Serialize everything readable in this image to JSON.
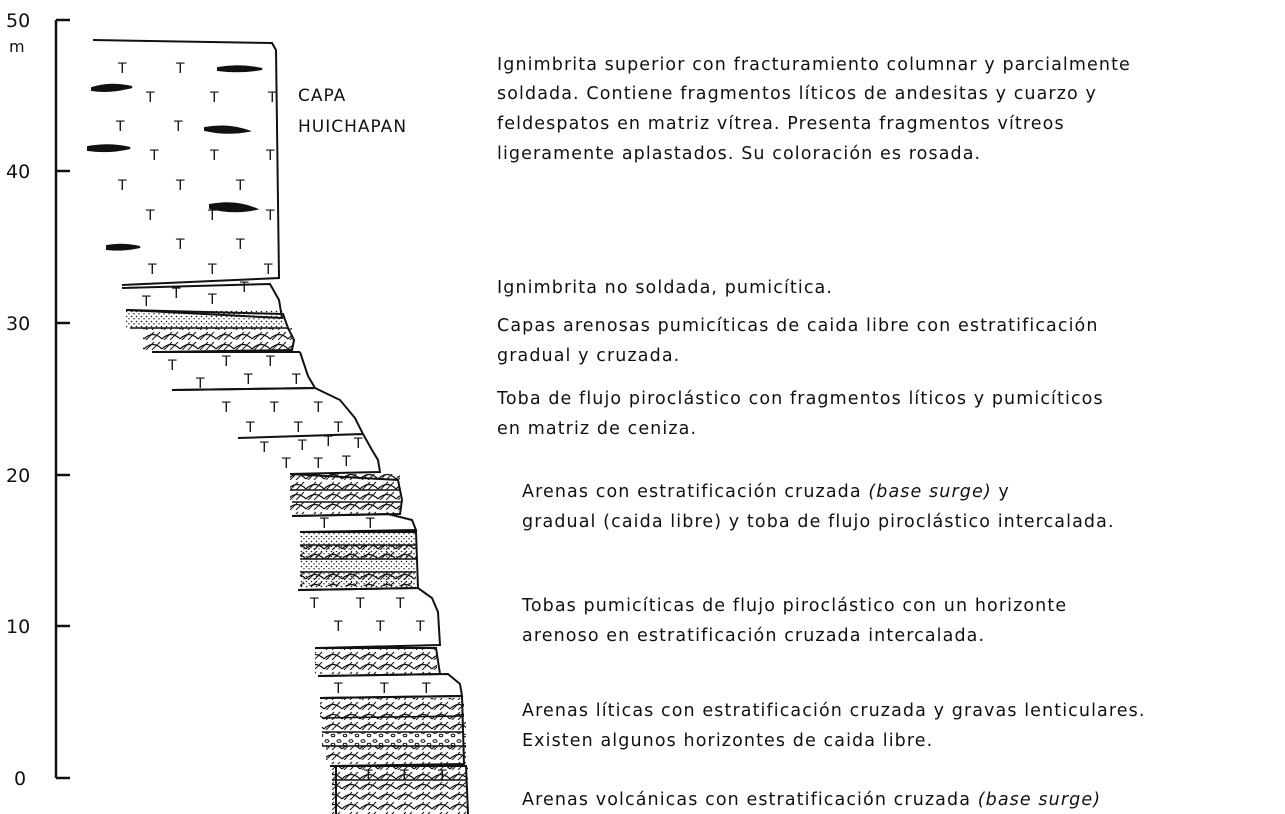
{
  "axis": {
    "unit": "m",
    "ticks": [
      "0",
      "10",
      "20",
      "30",
      "40",
      "50"
    ]
  },
  "unit_label": "CAPA HUICHAPAN",
  "unit_label_lines": [
    "CAPA",
    "HUICHAPAN"
  ],
  "descriptions": [
    {
      "id": "ignimbrita-superior",
      "lines": [
        "Ignimbrita superior con fracturamiento columnar y parcialmente",
        "soldada. Contiene fragmentos líticos de andesitas y cuarzo y",
        "feldespatos en matriz vítrea. Presenta fragmentos vítreos",
        "ligeramente aplastados. Su coloración es rosada."
      ]
    },
    {
      "id": "ignimbrita-no-soldada",
      "lines": [
        "Ignimbrita no soldada, pumicítica."
      ]
    },
    {
      "id": "capas-arenosas",
      "lines": [
        "Capas arenosas pumicíticas de caida libre con estratificación",
        "gradual y cruzada."
      ]
    },
    {
      "id": "toba-flujo",
      "lines": [
        "Toba de flujo piroclástico con fragmentos líticos y pumicíticos",
        "en matriz de ceniza."
      ]
    },
    {
      "id": "arenas-base-surge",
      "line1_a": "Arenas con estratificación cruzada ",
      "line1_b": "(base surge)",
      "line1_c": "  y",
      "line2": "gradual (caida libre) y toba de flujo piroclástico intercalada."
    },
    {
      "id": "tobas-pumiciticas",
      "lines": [
        "Tobas pumicíticas de flujo piroclástico con un horizonte",
        "arenoso en estratificación cruzada intercalada."
      ]
    },
    {
      "id": "arenas-liticas",
      "lines": [
        "Arenas líticas con estratificación cruzada y gravas lenticulares.",
        "Existen algunos horizontes de caida libre."
      ]
    },
    {
      "id": "arenas-volcanicas",
      "line1_a": "Arenas volcánicas con estratificación cruzada ",
      "line1_b": "(base surge)"
    }
  ]
}
